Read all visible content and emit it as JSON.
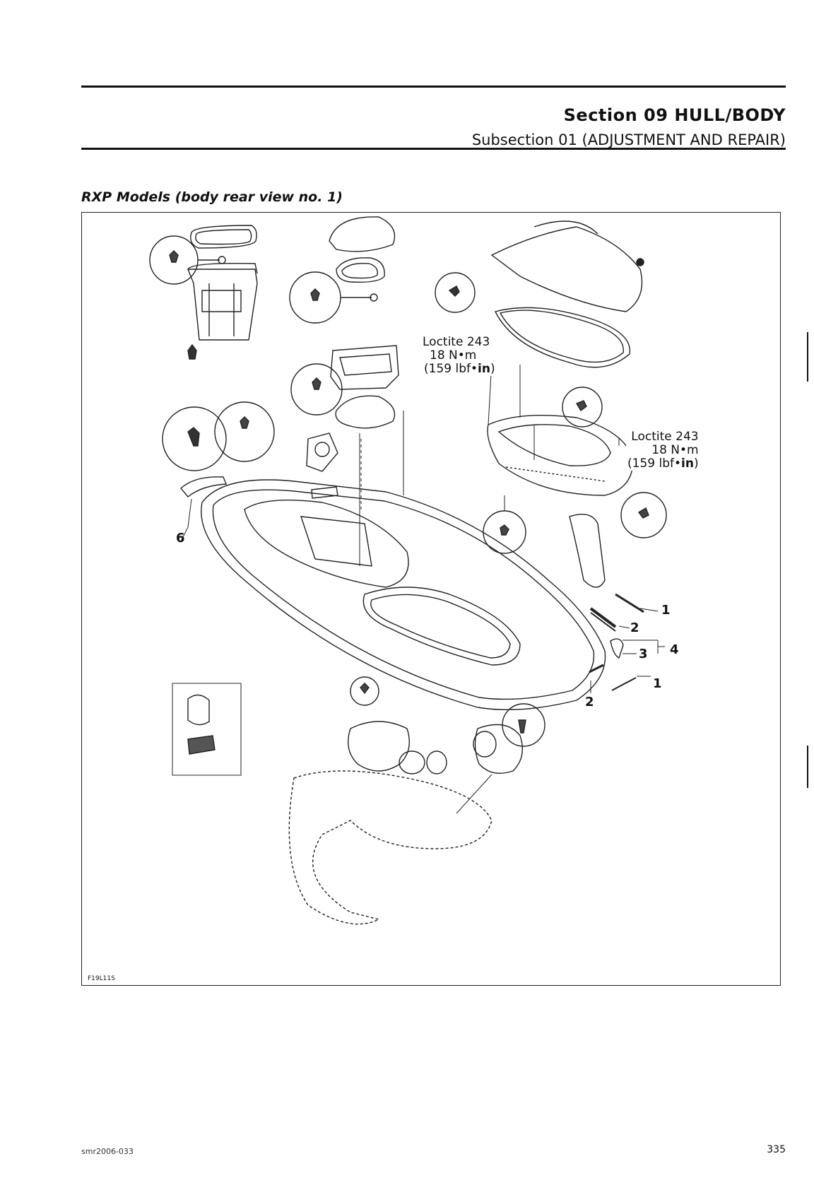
{
  "header": {
    "section": "Section 09 HULL/BODY",
    "subsection": "Subsection 01 (ADJUSTMENT AND REPAIR)"
  },
  "figure": {
    "title": "RXP Models (body rear view no. 1)",
    "code": "F19L11S",
    "torque_upper": {
      "product": "Loctite 243",
      "value": "18 N•m",
      "imperial_prefix": "(159 lbf•",
      "imperial_unit": "in",
      "imperial_suffix": ")"
    },
    "torque_right": {
      "product": "Loctite 243",
      "value": "18 N•m",
      "imperial_prefix": "(159 lbf•",
      "imperial_unit": "in",
      "imperial_suffix": ")"
    },
    "callouts": {
      "c1a": "1",
      "c2a": "2",
      "c3": "3",
      "c4": "4",
      "c1b": "1",
      "c2b": "2",
      "c6": "6"
    }
  },
  "footer": {
    "doc_id": "smr2006-033",
    "page": "335"
  }
}
